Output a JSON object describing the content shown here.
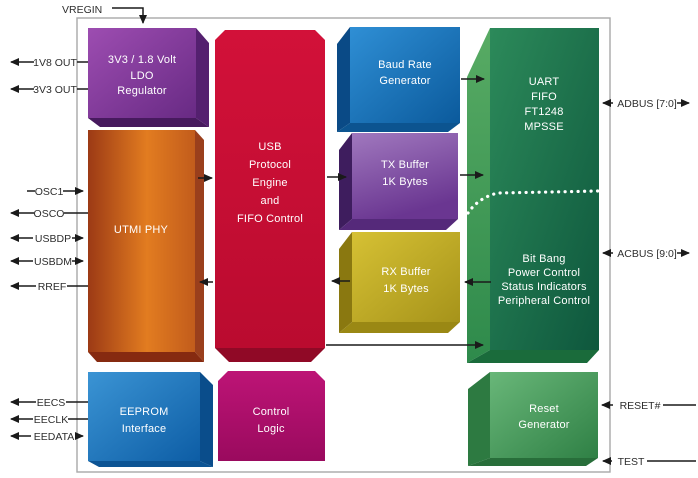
{
  "diagram": {
    "background": "#ffffff",
    "chip_border_color": "#a9a9a9",
    "line_color": "#1a1a1a",
    "signal_label_color": "#2e2e2e",
    "block_text_color": "#ffffff",
    "divider_color": "#ffffff"
  },
  "blocks": {
    "ldo": {
      "lines": [
        "3V3 / 1.8 Volt",
        "LDO",
        "Regulator"
      ],
      "face": "#9d4db1",
      "face2": "#682a84",
      "side": "#54206f",
      "bottom": "#471a5e"
    },
    "utmi": {
      "lines": [
        "UTMI PHY"
      ],
      "face": "#9c3a15",
      "face2": "#e27c20",
      "face3": "#c25c1c",
      "side": "#9a3f1c",
      "bottom": "#862a10"
    },
    "usb_engine": {
      "lines": [
        "USB",
        "Protocol",
        "Engine",
        "and",
        "FIFO Control"
      ],
      "face": "#d21139",
      "face2": "#ba0b2f",
      "bottom": "#900926"
    },
    "control_logic": {
      "lines": [
        "Control",
        "Logic"
      ],
      "face": "#bd1476",
      "face2": "#9a0a5e"
    },
    "eeprom": {
      "lines": [
        "EEPROM",
        "Interface"
      ],
      "face": "#3b94d4",
      "face2": "#0d5da5",
      "side": "#0a4d8b",
      "bottom": "#0c5494"
    },
    "baud": {
      "lines": [
        "Baud Rate",
        "Generator"
      ],
      "face": "#2f8fd5",
      "face2": "#0b5a9c",
      "side": "#0a4a86",
      "bottom": "#0c5490"
    },
    "tx_buffer": {
      "lines": [
        "TX Buffer",
        "1K Bytes"
      ],
      "face": "#a078be",
      "face2": "#6a3691",
      "side": "#3e1d5e",
      "bottom": "#55297a"
    },
    "rx_buffer": {
      "lines": [
        "RX Buffer",
        "1K Bytes"
      ],
      "face": "#d6c134",
      "face2": "#a6931a",
      "side": "#8a7810",
      "bottom": "#9a8814"
    },
    "uart": {
      "lines": [
        "UART",
        "FIFO",
        "FT1248",
        "MPSSE"
      ]
    },
    "bitbang": {
      "lines": [
        "Bit Bang",
        "Power Control",
        "Status Indicators",
        "Peripheral Control"
      ]
    },
    "green_panel": {
      "face": "#2c8a5a",
      "face2": "#0e573d",
      "side": "#58ab64",
      "side2": "#2e8a4b",
      "bottom": "#1a6b3b"
    },
    "reset": {
      "lines": [
        "Reset",
        "Generator"
      ],
      "face": "#69b779",
      "face2": "#2f8045",
      "side": "#2d7a41",
      "bottom": "#286e3a"
    }
  },
  "signals": {
    "top": [
      {
        "label": "VREGIN",
        "direction": "in"
      }
    ],
    "left": [
      {
        "label": "1V8 OUT",
        "direction": "out"
      },
      {
        "label": "3V3 OUT",
        "direction": "out"
      },
      {
        "label": "OSC1",
        "direction": "in"
      },
      {
        "label": "OSCO",
        "direction": "out"
      },
      {
        "label": "USBDP",
        "direction": "bidir"
      },
      {
        "label": "USBDM",
        "direction": "bidir"
      },
      {
        "label": "RREF",
        "direction": "out"
      },
      {
        "label": "EECS",
        "direction": "out"
      },
      {
        "label": "EECLK",
        "direction": "out"
      },
      {
        "label": "EEDATA",
        "direction": "bidir"
      }
    ],
    "right": [
      {
        "label": "ADBUS [7:0]",
        "direction": "bidir"
      },
      {
        "label": "ACBUS [9:0]",
        "direction": "bidir"
      },
      {
        "label": "RESET#",
        "direction": "in"
      },
      {
        "label": "TEST",
        "direction": "in"
      }
    ]
  }
}
